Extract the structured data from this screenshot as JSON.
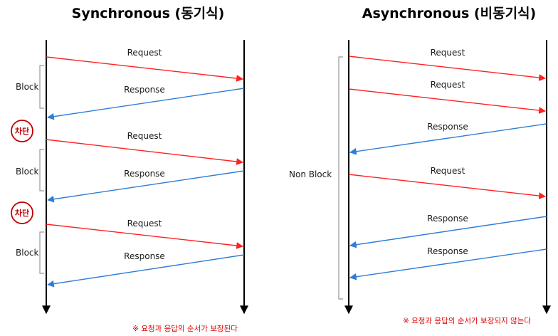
{
  "sync": {
    "title": "Synchronous (동기식)",
    "messages": [
      {
        "type": "request",
        "label": "Request"
      },
      {
        "type": "response",
        "label": "Response"
      },
      {
        "type": "request",
        "label": "Request"
      },
      {
        "type": "response",
        "label": "Response"
      },
      {
        "type": "request",
        "label": "Request"
      },
      {
        "type": "response",
        "label": "Response"
      }
    ],
    "blocks": [
      "Block",
      "Block",
      "Block"
    ],
    "stamps": [
      "차단",
      "차단"
    ],
    "note": "※ 요청과 응답의 순서가 보장된다"
  },
  "async": {
    "title": "Asynchronous (비동기식)",
    "messages": [
      {
        "type": "request",
        "label": "Request"
      },
      {
        "type": "request",
        "label": "Request"
      },
      {
        "type": "response",
        "label": "Response"
      },
      {
        "type": "request",
        "label": "Request"
      },
      {
        "type": "response",
        "label": "Response"
      },
      {
        "type": "response",
        "label": "Response"
      }
    ],
    "bracket_label": "Non Block",
    "note": "※ 요청과 응답의 순서가 보장되지 않는다"
  },
  "colors": {
    "request": "#ff2020",
    "response": "#2e7dd6",
    "lifeline": "#000000",
    "bracket": "#999999",
    "stamp": "#c00000"
  }
}
